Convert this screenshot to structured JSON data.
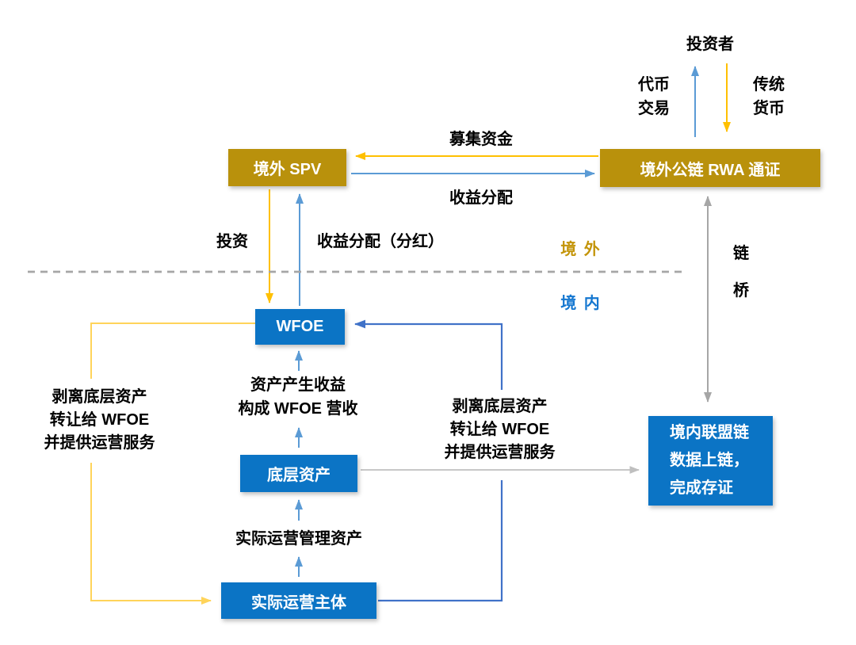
{
  "regions": {
    "offshore": "境 外",
    "onshore": "境 内"
  },
  "nodes": {
    "investor": {
      "label": "投资者"
    },
    "spv": {
      "label": "境外 SPV",
      "color": "#B9910C"
    },
    "rwa_token": {
      "label": "境外公链 RWA 通证",
      "color": "#B9910C"
    },
    "wfoe": {
      "label": "WFOE",
      "color": "#0B74C5"
    },
    "underlying_asset": {
      "label": "底层资产",
      "color": "#0B74C5"
    },
    "operator": {
      "label": "实际运营主体",
      "color": "#0B74C5"
    },
    "consortium_chain": {
      "lines": [
        "境内联盟链",
        "数据上链，",
        "完成存证"
      ],
      "color": "#0B74C5"
    }
  },
  "edges": {
    "token_trade": [
      "代币",
      "交易"
    ],
    "fiat_currency": [
      "传统",
      "货币"
    ],
    "raise_funds": "募集资金",
    "income_distribution": "收益分配",
    "invest": "投资",
    "dividend": "收益分配（分红）",
    "asset_income": [
      "资产产生收益",
      "构成 WFOE 营收"
    ],
    "manage_asset": "实际运营管理资产",
    "carve_out_left": [
      "剥离底层资产",
      "转让给 WFOE",
      "并提供运营服务"
    ],
    "carve_out_right": [
      "剥离底层资产",
      "转让给 WFOE",
      "并提供运营服务"
    ],
    "chain_bridge": [
      "链",
      "桥"
    ]
  },
  "colors": {
    "box_gold": "#B9910C",
    "box_blue": "#0B74C5",
    "arrow_yellow": "#FFC000",
    "arrow_light_yellow": "#FFD45A",
    "arrow_light_blue": "#5B9BD5",
    "arrow_dark_blue": "#4072C8",
    "arrow_gray": "#A6A6A6",
    "arrow_light_gray": "#BFBFBF",
    "offshore_label": "#C39408",
    "onshore_label": "#1577D0"
  }
}
